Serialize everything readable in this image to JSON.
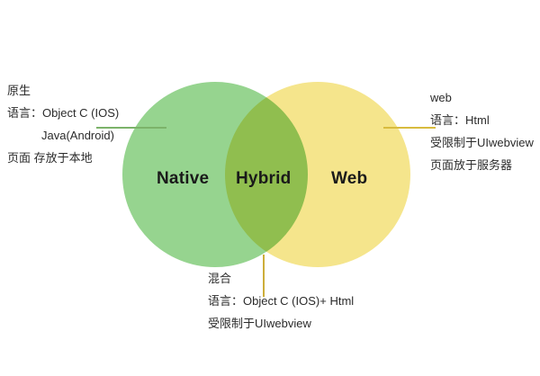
{
  "diagram": {
    "title_labels": {
      "native": "Native",
      "hybrid": "Hybrid",
      "web": "Web"
    },
    "colors": {
      "native_fill": "#96d48f",
      "web_fill": "#f5e58c",
      "overlap_fill": "#cdd45c",
      "native_leader": "#7cb36a",
      "web_leader": "#d8bb3e",
      "hybrid_leader": "#cdae3a",
      "background": "#ffffff",
      "text": "#2b2b2b"
    }
  },
  "annotations": {
    "native": {
      "heading": "原生",
      "lines": [
        "语言：Object C (IOS)",
        "Java(Android)",
        "页面 存放于本地"
      ]
    },
    "web": {
      "heading": "web",
      "lines": [
        "语言：Html",
        "受限制于UIwebview",
        "页面放于服务器"
      ]
    },
    "hybrid": {
      "heading": "混合",
      "lines": [
        "语言：Object C (IOS)+ Html",
        "受限制于UIwebview"
      ]
    }
  }
}
